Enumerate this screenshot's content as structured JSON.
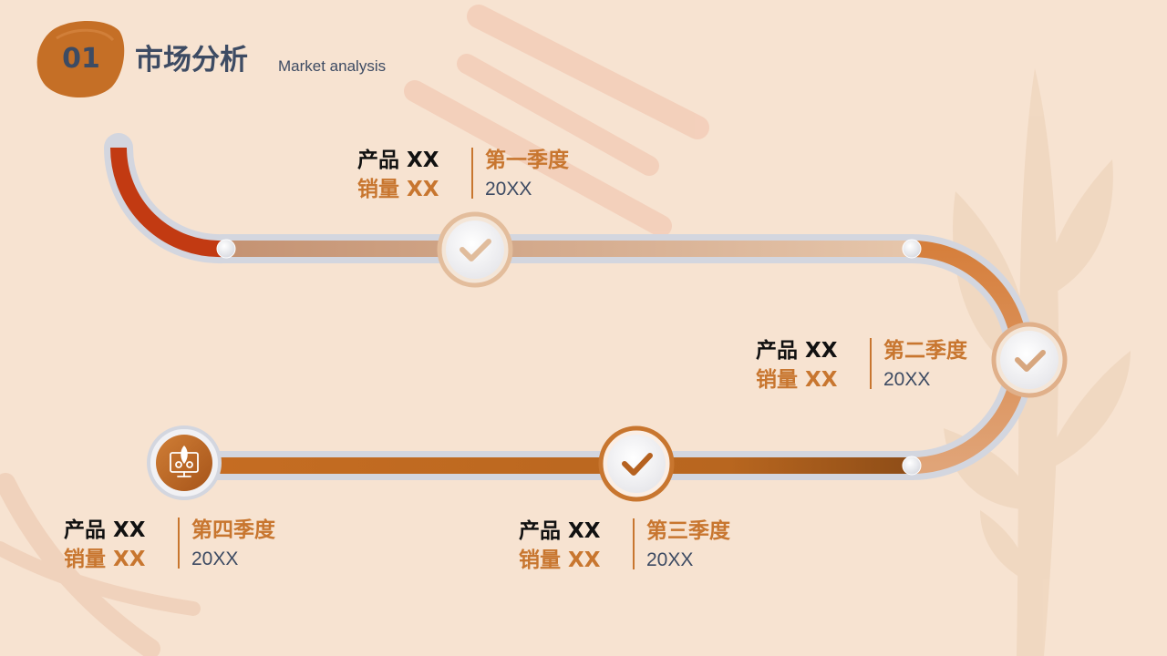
{
  "header": {
    "number": "01",
    "title": "市场分析",
    "subtitle": "Market analysis"
  },
  "milestones": [
    {
      "product": "产品 XX",
      "sales": "销量 XX",
      "quarter": "第一季度",
      "year": "20XX"
    },
    {
      "product": "产品 XX",
      "sales": "销量 XX",
      "quarter": "第二季度",
      "year": "20XX"
    },
    {
      "product": "产品 XX",
      "sales": "销量 XX",
      "quarter": "第三季度",
      "year": "20XX"
    },
    {
      "product": "产品 XX",
      "sales": "销量 XX",
      "quarter": "第四季度",
      "year": "20XX"
    }
  ],
  "icons": [
    "check-icon",
    "check-icon",
    "check-icon",
    "rocket-monitor-icon"
  ],
  "colors": {
    "background": "#f7e3d1",
    "accent": "#c8762f",
    "accent_dark": "#c23a12",
    "text_dark": "#3d4b63",
    "track_outline": "#d3d6df"
  }
}
